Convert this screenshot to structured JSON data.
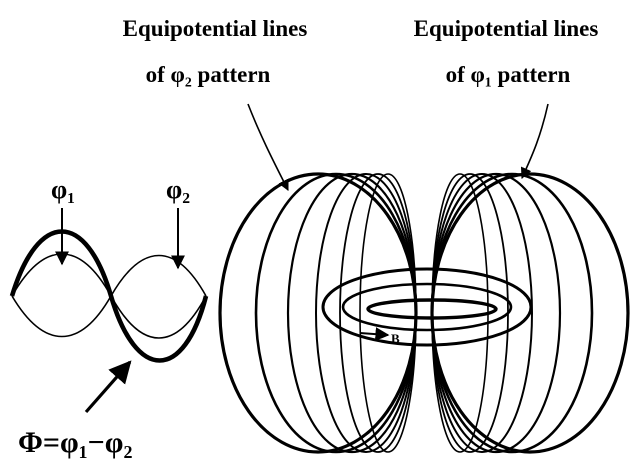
{
  "labels": {
    "phi2_title_line1": "Equipotential lines",
    "phi2_title_line2": "of φ₂ pattern",
    "phi1_title_line1": "Equipotential lines",
    "phi1_title_line2": "of φ₁ pattern",
    "wave_phi1": "φ₁",
    "wave_phi2": "φ₂",
    "difference_equation": "Φ=φ₁−φ₂",
    "field_label": "B"
  },
  "colors": {
    "ink": "#000000",
    "background": "#ffffff"
  }
}
